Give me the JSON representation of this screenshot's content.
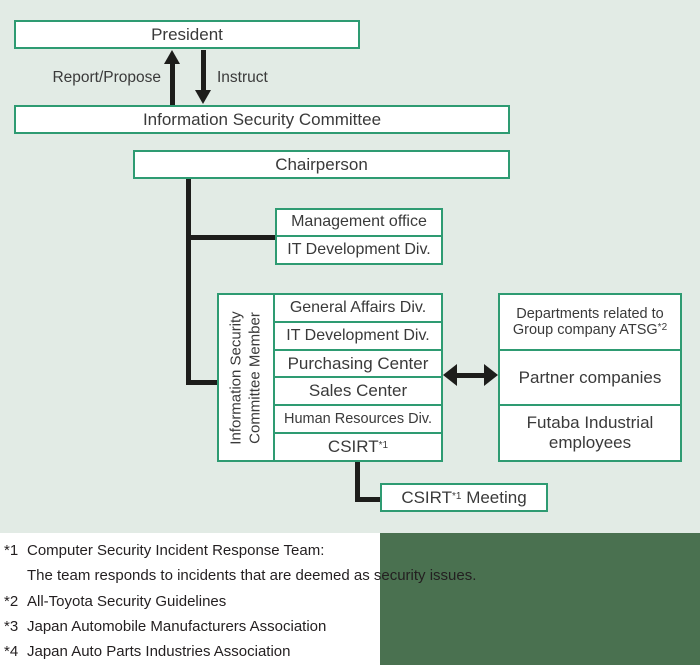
{
  "colors": {
    "panel_bg": "#e2ebe5",
    "dark_panel": "#4a7150",
    "box_border_green": "#2e9b72",
    "connector_black": "#1d1d1b",
    "note_text": "#231f20"
  },
  "diagram": {
    "president": "President",
    "report_propose": "Report/Propose",
    "instruct": "Instruct",
    "committee": "Information Security Committee",
    "chairperson": "Chairperson",
    "management_office": "Management office",
    "it_development_office": "IT Development Div.",
    "member_label": {
      "line1": "Information Security",
      "line2": "Committee Member"
    },
    "members": [
      "General Affairs Div.",
      "IT Development Div.",
      "Purchasing Center",
      "Sales Center",
      "Human Resources Div."
    ],
    "csirt": {
      "text": "CSIRT",
      "sup": "*1"
    },
    "right_boxes": {
      "departments": {
        "line1": "Departments related to",
        "line2": "Group company ATSG",
        "sup": "*2"
      },
      "partners": {
        "line1": "Partner companies"
      },
      "futaba": {
        "line1": "Futaba Industrial",
        "line2": "employees"
      }
    },
    "csirt_meeting": {
      "pre": "CSIRT",
      "sup": "*1",
      "post": " Meeting"
    }
  },
  "notes": {
    "lines": [
      {
        "marker": "*1",
        "text": "Computer Security Incident Response Team:"
      },
      {
        "marker": "",
        "text": "The team responds to incidents that are deemed as security issues."
      },
      {
        "marker": "*2",
        "text": "All-Toyota Security Guidelines"
      },
      {
        "marker": "*3",
        "text": "Japan Automobile Manufacturers Association"
      },
      {
        "marker": "*4",
        "text": "Japan Auto Parts Industries Association"
      }
    ]
  }
}
